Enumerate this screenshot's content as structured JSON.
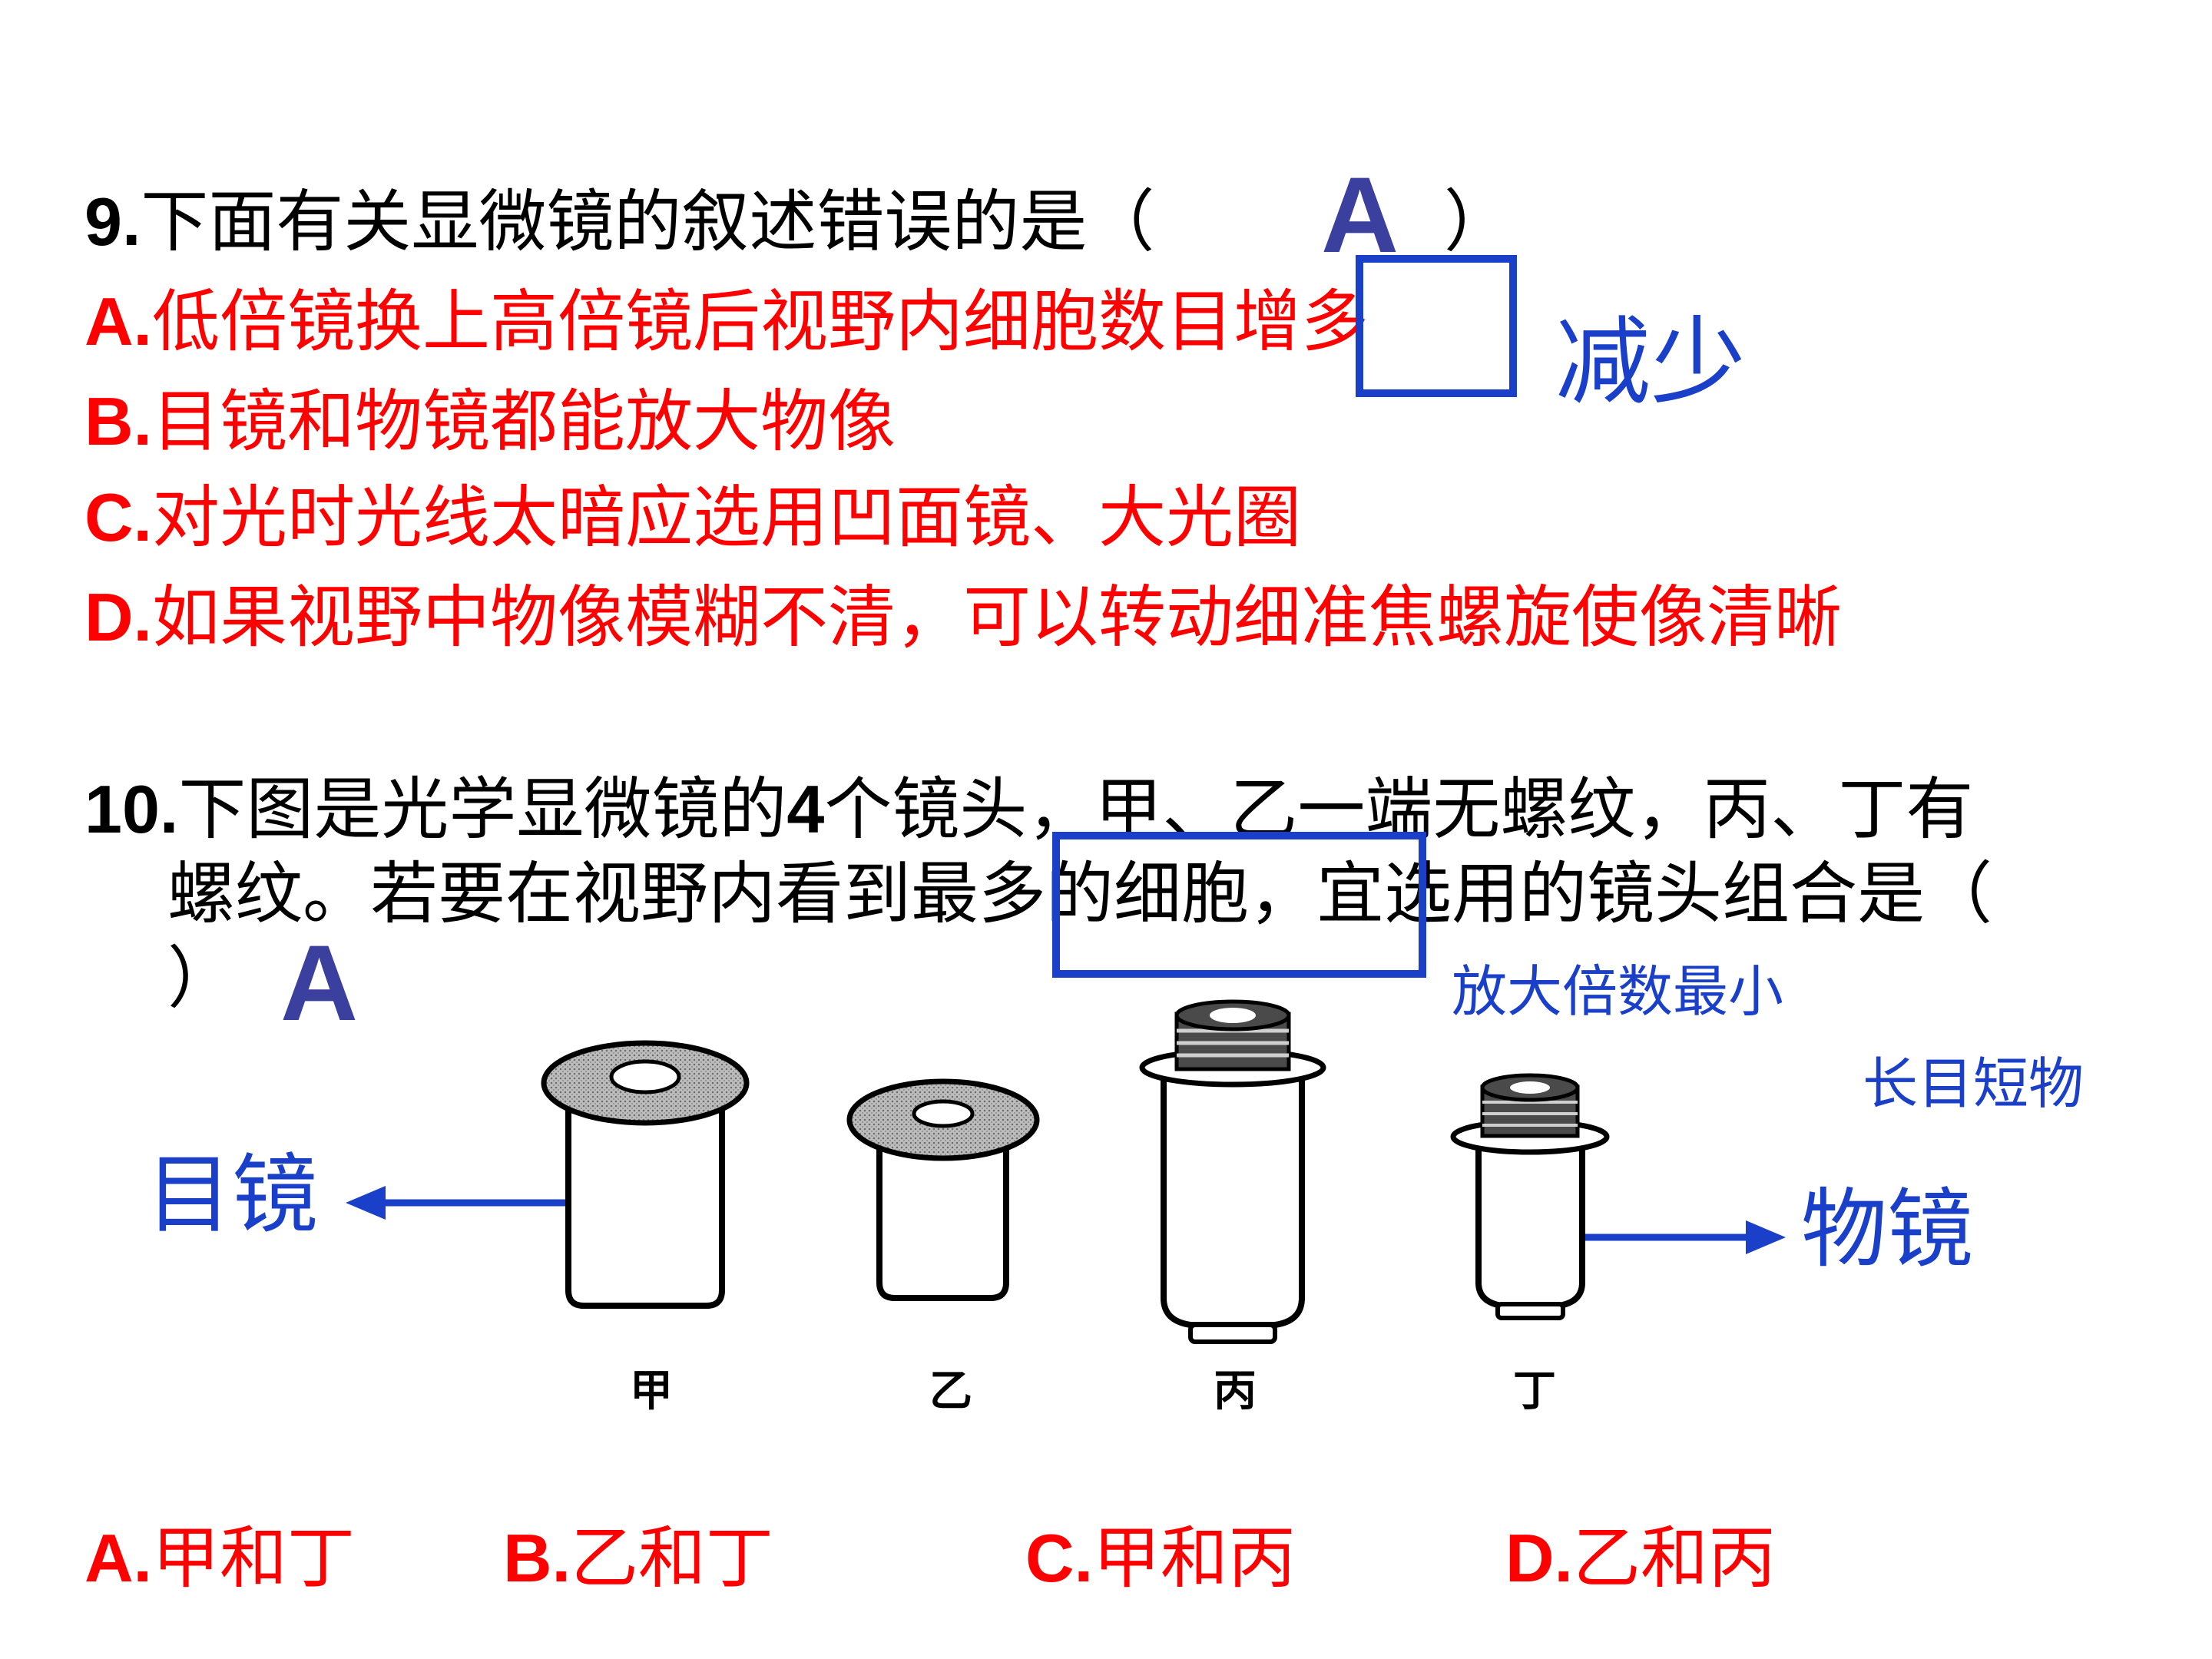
{
  "q9": {
    "number": "9.",
    "stem": "下面有关显微镜的叙述错误的是（",
    "paren_close": "）",
    "answer": "A",
    "options": [
      {
        "letter": "A.",
        "text": "低倍镜换上高倍镜后视野内细胞数目增多"
      },
      {
        "letter": "B.",
        "text": "目镜和物镜都能放大物像"
      },
      {
        "letter": "C.",
        "text": "对光时光线太暗应选用凹面镜、大光圈"
      },
      {
        "letter": "D.",
        "text": "如果视野中物像模糊不清，可以转动细准焦螺旋使像清晰"
      }
    ],
    "correction_note": "减少"
  },
  "q10": {
    "number": "10.",
    "stem_line1_a": "下图是光学显微镜的",
    "stem_line1_num": "4",
    "stem_line1_b": "个镜头，甲、乙一端无螺纹，丙、丁有",
    "stem_line2": "螺纹。若要在视野内看到最多的细胞，宜选用的镜头组合是（",
    "stem_line3": "）",
    "answer": "A",
    "note_magnification": "放大倍数最小",
    "note_rule": "长目短物",
    "label_eyepiece": "目镜",
    "label_objective": "物镜",
    "lens_labels": [
      "甲",
      "乙",
      "丙",
      "丁"
    ],
    "options": [
      {
        "letter": "A.",
        "text": "甲和丁"
      },
      {
        "letter": "B.",
        "text": "乙和丁"
      },
      {
        "letter": "C.",
        "text": "甲和丙"
      },
      {
        "letter": "D.",
        "text": "乙和丙"
      }
    ]
  },
  "colors": {
    "question": "#000000",
    "options": "#ff0000",
    "annotation": "#1a3fc9",
    "answer": "#3b3f9e"
  }
}
